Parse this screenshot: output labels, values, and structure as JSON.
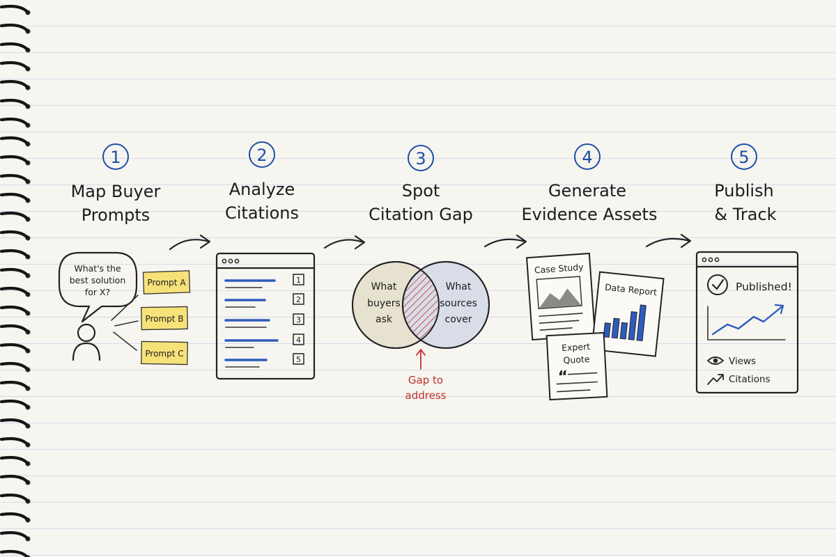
{
  "steps": [
    {
      "number": "1",
      "title_line1": "Map Buyer",
      "title_line2": "Prompts"
    },
    {
      "number": "2",
      "title_line1": "Analyze",
      "title_line2": "Citations"
    },
    {
      "number": "3",
      "title_line1": "Spot",
      "title_line2": "Citation Gap"
    },
    {
      "number": "4",
      "title_line1": "Generate",
      "title_line2": "Evidence Assets"
    },
    {
      "number": "5",
      "title_line1": "Publish",
      "title_line2": "& Track"
    }
  ],
  "step1": {
    "bubble_line1": "What's the",
    "bubble_line2": "best solution",
    "bubble_line3": "for X?",
    "prompts": [
      "Prompt A",
      "Prompt B",
      "Prompt C"
    ]
  },
  "step2": {
    "ranks": [
      "1",
      "2",
      "3",
      "4",
      "5"
    ]
  },
  "step3": {
    "left_line1": "What",
    "left_line2": "buyers",
    "left_line3": "ask",
    "right_line1": "What",
    "right_line2": "sources",
    "right_line3": "cover",
    "gap_line1": "Gap to",
    "gap_line2": "address"
  },
  "step4": {
    "case_study": "Case Study",
    "data_report": "Data Report",
    "quote_line1": "Expert",
    "quote_line2": "Quote",
    "quote_mark": "“"
  },
  "step5": {
    "status": "Published!",
    "metric1": "Views",
    "metric2": "Citations"
  },
  "colors": {
    "accent_blue": "#1d4fa5",
    "sticky_yellow": "#f7e27a",
    "gap_red": "#c0302a",
    "venn_left": "#e6e2cf",
    "venn_right": "#d9dde8"
  }
}
